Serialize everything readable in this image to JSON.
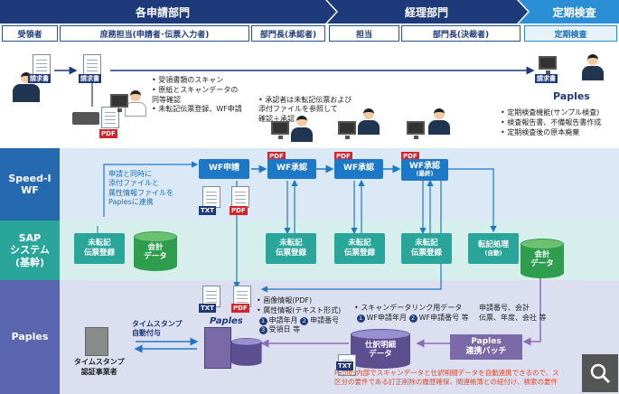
{
  "headers": {
    "dept1": "各申請部門",
    "dept2": "経理部門",
    "dept3": "定期検査"
  },
  "subheaders": {
    "receiver": "受領者",
    "clerk": "庶務担当(申請者･伝票入力者)",
    "manager_approver": "部門長(承認者)",
    "acct_staff": "担当",
    "acct_manager": "部門長(決裁者)",
    "inspection": "定期検査"
  },
  "lanes": {
    "speed": "Speed-I\nWF",
    "sap": "SAP\nシステム\n(基幹)",
    "paples": "Paples"
  },
  "labels": {
    "invoice1": "請求書",
    "invoice2": "請求書",
    "invoice3": "請求書",
    "pdf": "PDF",
    "txt": "TXT",
    "paples_title": "Paples",
    "paples_logo": "Paples"
  },
  "clerk_bullets": [
    "受領書類のスキャン",
    "原紙とスキャンデータの\n同等確認",
    "未転記伝票登録、WF申請"
  ],
  "approver_bullets": [
    "承認者は未転記伝票および\n添付ファイルを参照して\n確認＋承認"
  ],
  "inspection_bullets": [
    "定期検査機能(サンプル検査)",
    "検査報告書、不備報告書作成",
    "定期検査後の原本廃棄"
  ],
  "wf_note": "申請と同時に\n添付ファイルと\n属性情報ファイルを\nPaplesに連携",
  "wf_boxes": {
    "apply": "WF申請",
    "approve1": "WF承認",
    "approve2": "WF承認",
    "approve3": "WF承認",
    "approve3_sub": "(最終)"
  },
  "sap_boxes": {
    "reg1": "未転記\n伝票登録",
    "reg2": "未転記\n伝票登録",
    "reg3": "未転記\n伝票登録",
    "reg4": "未転記\n伝票登録",
    "posting": "転記処理",
    "posting_sub": "(自動)",
    "db1": "会計\nデータ",
    "db2": "会計\nデータ"
  },
  "paples_info": {
    "line1": "画像情報(PDF)",
    "line2": "属性情報(テキスト形式)",
    "item1": "申請年月",
    "item2": "申請番号",
    "item3": "受領日 等",
    "n1": "1",
    "n2": "2",
    "n3": "3"
  },
  "scan_link": {
    "title": "スキャンデータリンク用データ",
    "item1": "WF申請年月",
    "item2": "WF申請番号 等",
    "n1": "1",
    "n2": "2"
  },
  "sap_attrs": "申請番号、会計\n伝票、年度、会社 等",
  "timestamp": {
    "label": "タイムスタンプ\n自動付与",
    "provider": "タイムスタンプ\n認証事業者"
  },
  "detail_db": "仕訳明細\nデータ",
  "batch": "Paples\n連携バッチ",
  "footnote": "Paples内部でスキャンデータと仕訳明細データを自動連携できるので、ス\n区分の要件である訂正削除の履歴確保、関連帳簿との紐付け、検索の要件",
  "colors": {
    "header_dark": "#1e3a7a",
    "header_light": "#2b8fd6",
    "speed_lane": "#2569b0",
    "sap_lane": "#2aa59a",
    "paples_lane": "#5a67b0"
  }
}
